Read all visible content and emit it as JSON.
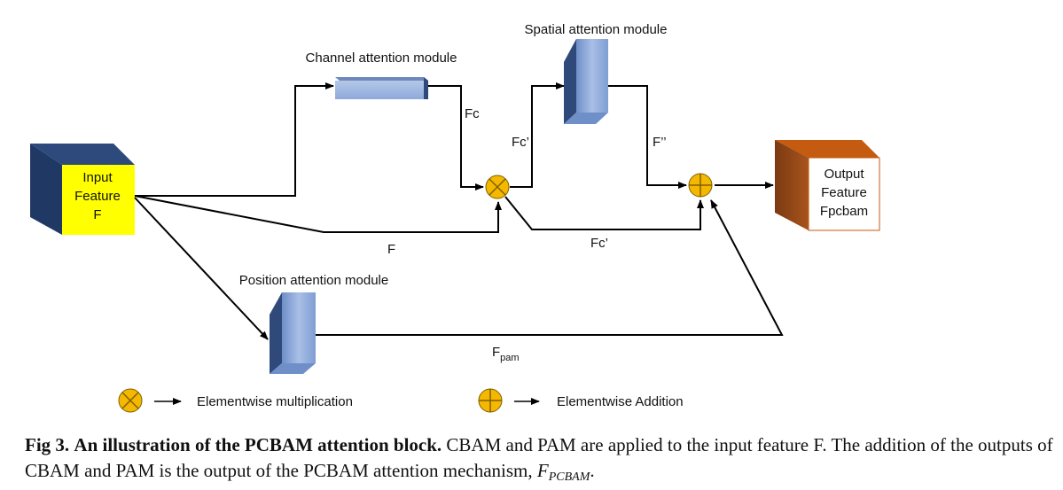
{
  "diagram": {
    "input_block": {
      "line1": "Input",
      "line2": "Feature",
      "line3": "F"
    },
    "output_block": {
      "line1": "Output",
      "line2": "Feature",
      "line3": "Fpcbam"
    },
    "modules": {
      "channel": "Channel attention module",
      "spatial": "Spatial attention module",
      "position": "Position attention module"
    },
    "edge_labels": {
      "fc": "Fc",
      "fc_prime_top": "Fc’",
      "f_double_prime": "F’’",
      "f_bottom": "F",
      "fc_prime_bottom": "Fc’",
      "f_pam_base": "F",
      "f_pam_sub": "pam"
    },
    "legend": {
      "multiplication": "Elementwise multiplication",
      "addition": "Elementwise Addition"
    },
    "colors": {
      "input_front": "#ffff00",
      "input_side": "#1f3864",
      "module_blue": "#8eaadb",
      "module_dark": "#2f4a7a",
      "operator": "#f5b800",
      "output_side": "#843c0c",
      "output_top": "#c55a11"
    }
  },
  "caption": {
    "fig_label": "Fig 3.",
    "title": "An illustration of the PCBAM attention block.",
    "text1": "CBAM and PAM are applied to the input feature F. The addition of the outputs of CBAM and PAM is the output of the PCBAM attention mechanism,",
    "symbol_base": "F",
    "symbol_sub": "PCBAM",
    "end": "."
  }
}
